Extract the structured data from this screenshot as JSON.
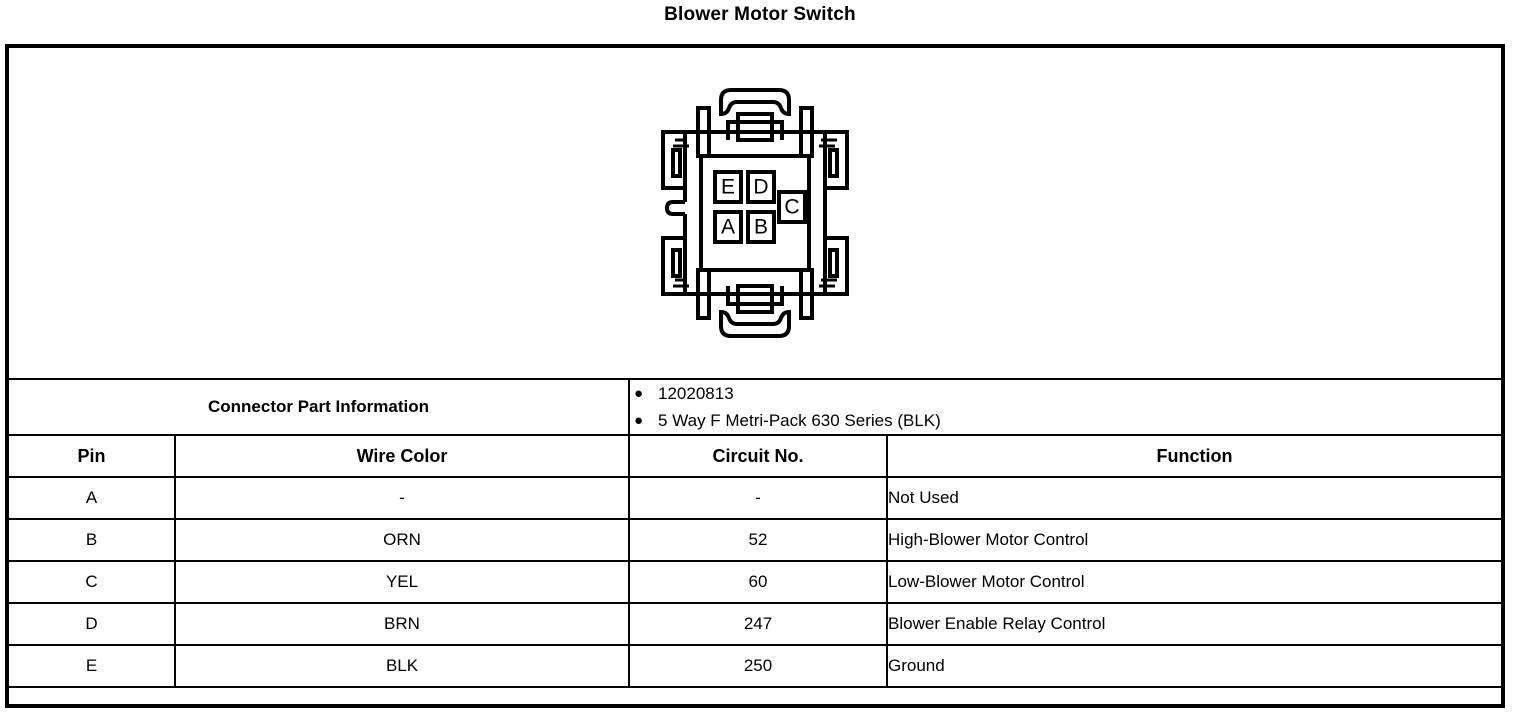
{
  "title": "Blower Motor Switch",
  "connector": {
    "diagram_name": "5-way-connector-face-view",
    "cavities": [
      {
        "id": "E",
        "label": "E"
      },
      {
        "id": "D",
        "label": "D"
      },
      {
        "id": "A",
        "label": "A"
      },
      {
        "id": "B",
        "label": "B"
      },
      {
        "id": "C",
        "label": "C"
      }
    ]
  },
  "part_information": {
    "label": "Connector Part Information",
    "bullet": "●",
    "items": [
      "12020813",
      "5 Way F Metri-Pack 630 Series (BLK)"
    ]
  },
  "table": {
    "headers": {
      "pin": "Pin",
      "wire_color": "Wire Color",
      "circuit_no": "Circuit No.",
      "function": "Function"
    },
    "rows": [
      {
        "pin": "A",
        "wire_color": "-",
        "circuit_no": "-",
        "function": "Not Used"
      },
      {
        "pin": "B",
        "wire_color": "ORN",
        "circuit_no": "52",
        "function": "High-Blower Motor Control"
      },
      {
        "pin": "C",
        "wire_color": "YEL",
        "circuit_no": "60",
        "function": "Low-Blower Motor Control"
      },
      {
        "pin": "D",
        "wire_color": "BRN",
        "circuit_no": "247",
        "function": "Blower Enable Relay Control"
      },
      {
        "pin": "E",
        "wire_color": "BLK",
        "circuit_no": "250",
        "function": "Ground"
      }
    ]
  },
  "colors": {
    "ink": "#000000",
    "paper": "#ffffff"
  }
}
